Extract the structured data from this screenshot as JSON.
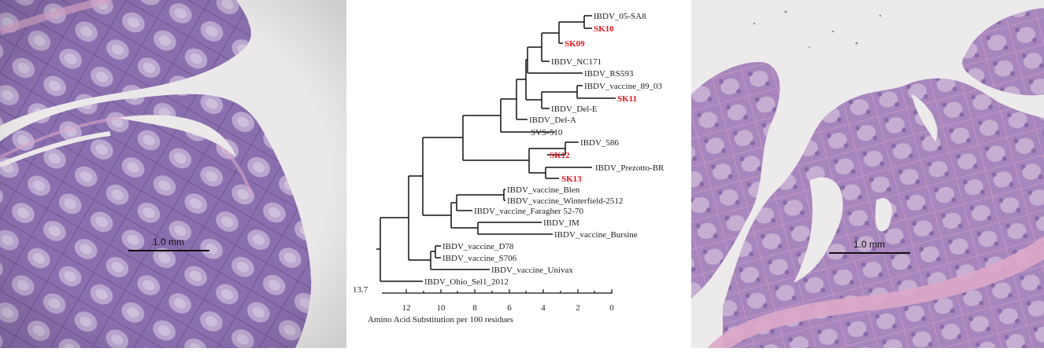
{
  "left_scale_label": "1.0 mm",
  "right_scale_label": "1.0 mm",
  "tree": {
    "leaves": [
      {
        "name": "IBDV_05-SA8",
        "highlight": false
      },
      {
        "name": "SK10",
        "highlight": true
      },
      {
        "name": "SK09",
        "highlight": true
      },
      {
        "name": "IBDV_NC171",
        "highlight": false
      },
      {
        "name": "IBDV_RS593",
        "highlight": false
      },
      {
        "name": "IBDV_vaccine_89_03",
        "highlight": false
      },
      {
        "name": "SK11",
        "highlight": true
      },
      {
        "name": "IBDV_Del-E",
        "highlight": false
      },
      {
        "name": "IBDV_Del-A",
        "highlight": false
      },
      {
        "name": "SVS-510",
        "highlight": false
      },
      {
        "name": "IBDV_586",
        "highlight": false
      },
      {
        "name": "SK12",
        "highlight": true
      },
      {
        "name": "IBDV_Prezotto-BR",
        "highlight": false
      },
      {
        "name": "SK13",
        "highlight": true
      },
      {
        "name": "IBDV_vaccine_Blen",
        "highlight": false
      },
      {
        "name": "IBDV_vaccine_Winterfield-2512",
        "highlight": false
      },
      {
        "name": "IBDV_vaccine_Faragher 52-70",
        "highlight": false
      },
      {
        "name": "IBDV_IM",
        "highlight": false
      },
      {
        "name": "IBDV_vaccine_Bursine",
        "highlight": false
      },
      {
        "name": "IBDV_vaccine_D78",
        "highlight": false
      },
      {
        "name": "IBDV_vaccine_S706",
        "highlight": false
      },
      {
        "name": "IBDV_vaccine_Univax",
        "highlight": false
      },
      {
        "name": "IBDV_Ohio_Sel1_2012",
        "highlight": false
      }
    ],
    "root_value": "13.7",
    "axis_ticks": [
      "12",
      "10",
      "8",
      "6",
      "4",
      "2",
      "0"
    ],
    "axis_label": "Amino Acid Substitution per 100 residues"
  },
  "colors": {
    "highlight": "#e8141c",
    "tissue_base": "#d3c6da",
    "tissue_purple": "#8d72b0",
    "tissue_pink": "#c78fbd",
    "background": "#ebe9ea"
  }
}
